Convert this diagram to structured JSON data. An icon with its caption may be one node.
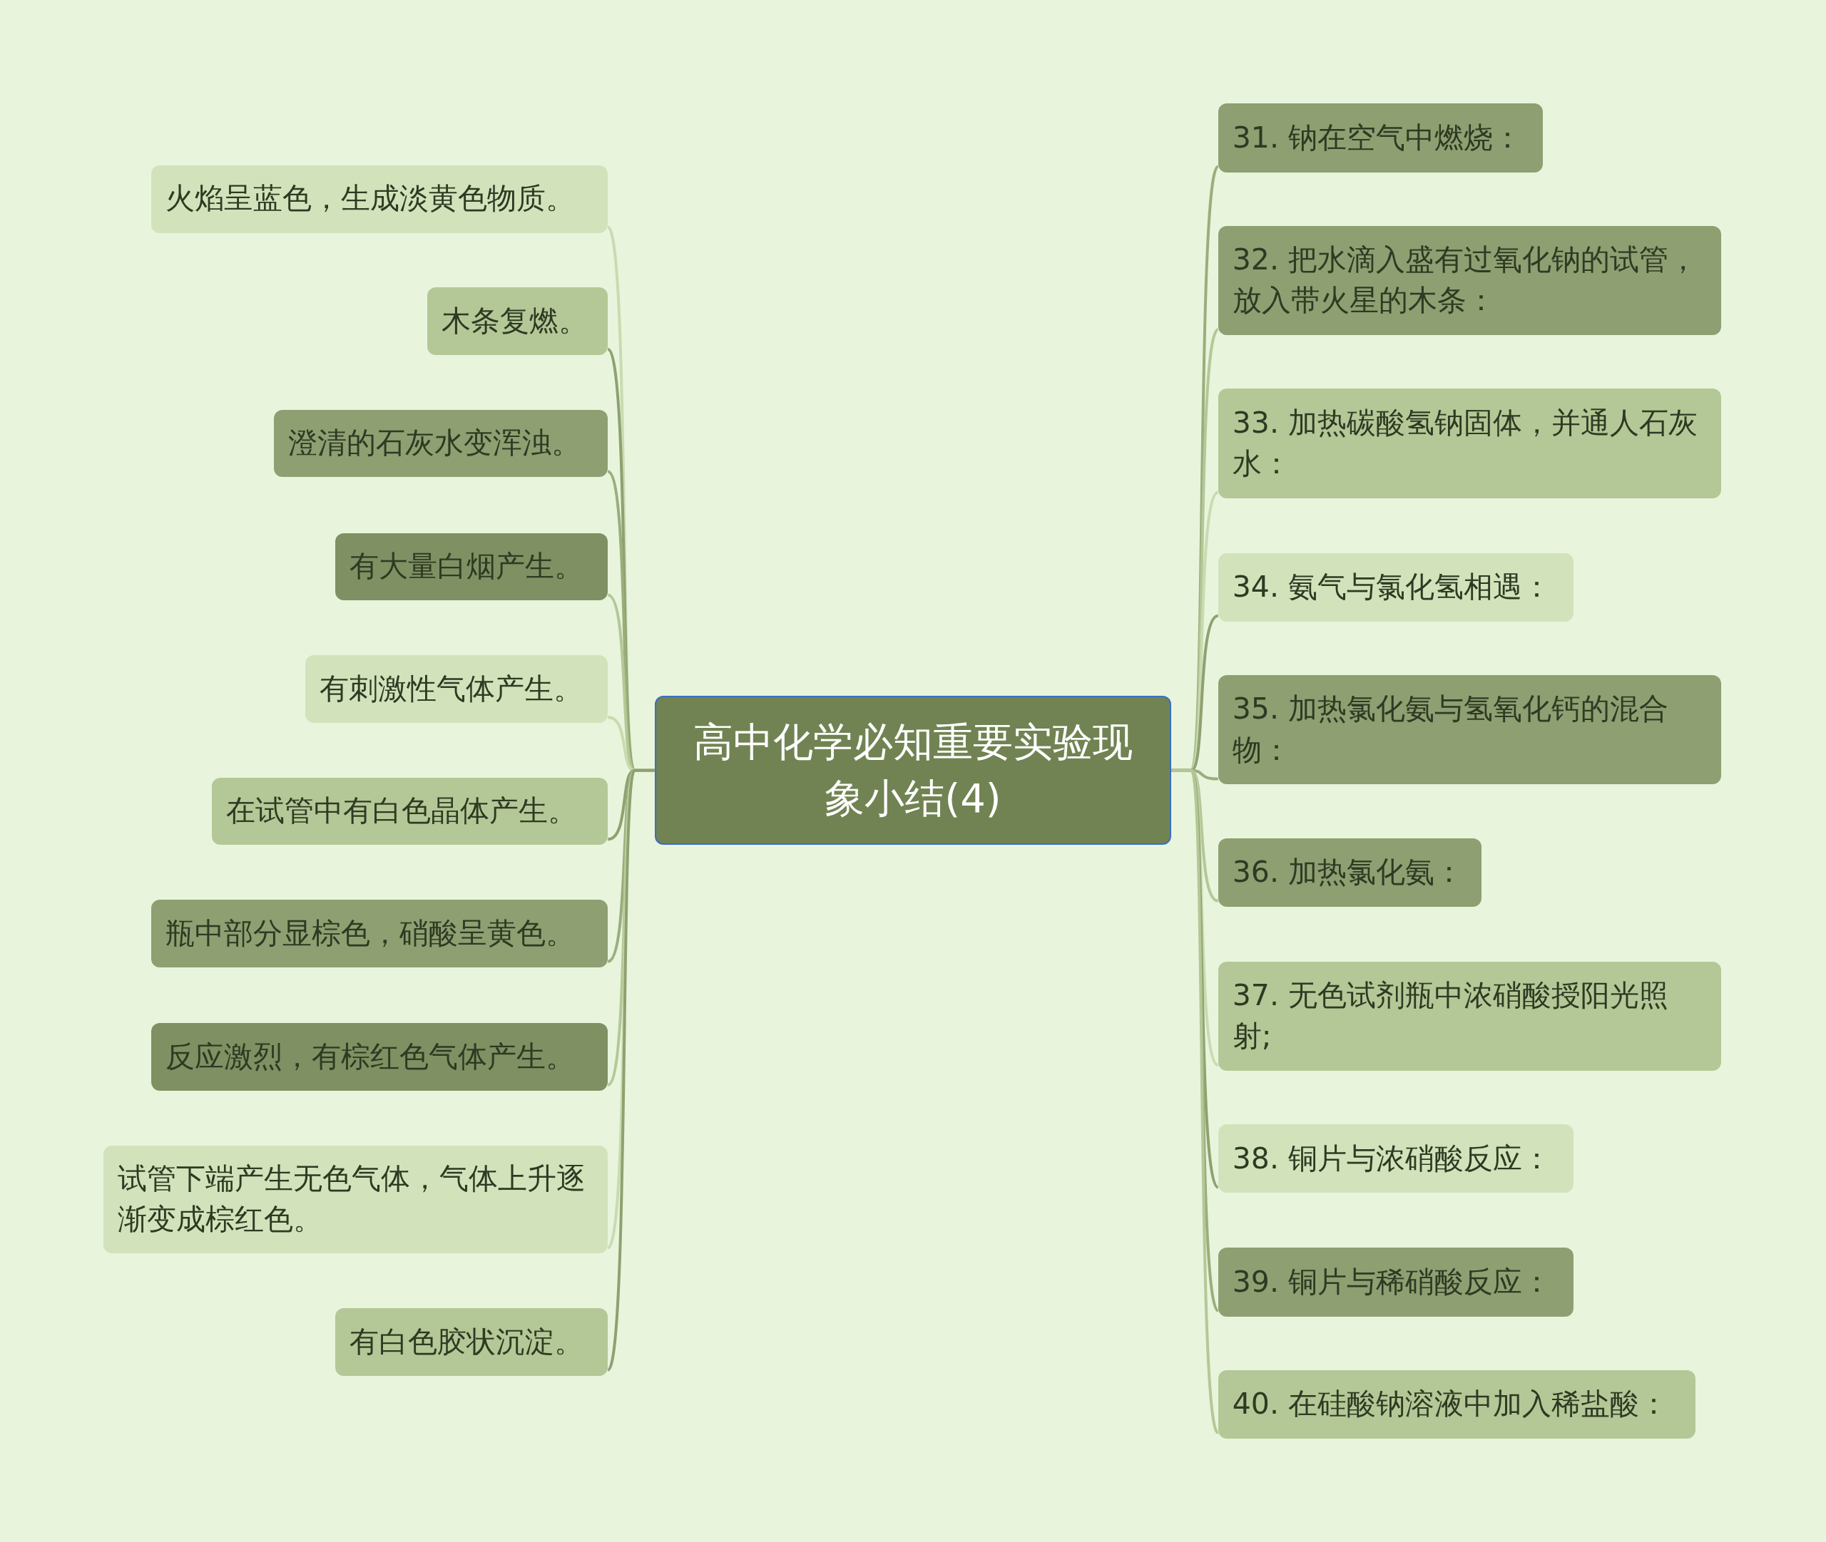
{
  "diagram": {
    "nodes": [
      {
        "text": [
          "高中化学必知重要实验现象小结(4)"
        ]
      },
      {
        "text": [
          "31. 钠在空气中燃烧："
        ]
      },
      {
        "text": [
          "32. 把水滴入盛有过氧化钠的试管，放入带火星的木条："
        ]
      },
      {
        "text": [
          "33. 加热碳酸氢钠固体，并通人石灰水："
        ]
      },
      {
        "text": [
          "34. 氨气与氯化氢相遇："
        ]
      },
      {
        "text": [
          "35. 加热氯化氨与氢氧化钙的混合物："
        ]
      },
      {
        "text": [
          "36. 加热氯化氨："
        ]
      },
      {
        "text": [
          "37. 无色试剂瓶中浓硝酸授阳光照射;"
        ]
      },
      {
        "text": [
          "38. 铜片与浓硝酸反应："
        ]
      },
      {
        "text": [
          "39. 铜片与稀硝酸反应："
        ]
      },
      {
        "text": [
          "40. 在硅酸钠溶液中加入稀盐酸："
        ]
      },
      {
        "text": [
          "火焰呈蓝色，生成淡黄色物质。"
        ]
      },
      {
        "text": [
          "木条复燃。"
        ]
      },
      {
        "text": [
          "澄清的石灰水变浑浊。"
        ]
      },
      {
        "text": [
          "有大量白烟产生。"
        ]
      },
      {
        "text": [
          "有刺激性气体产生。"
        ]
      },
      {
        "text": [
          "在试管中有白色晶体产生。"
        ]
      },
      {
        "text": [
          "瓶中部分显棕色，硝酸呈黄色。"
        ]
      },
      {
        "text": [
          "反应激烈，有棕红色气体产生。"
        ]
      },
      {
        "text": [
          "试管下端产生无色气体，气体上升逐渐变成棕红色。"
        ]
      },
      {
        "text": [
          "有白色胶状沉淀。"
        ]
      }
    ],
    "edges": [
      {
        "from": 0,
        "to": 1,
        "arrow": "none"
      },
      {
        "from": 0,
        "to": 2,
        "arrow": "none"
      },
      {
        "from": 0,
        "to": 3,
        "arrow": "none"
      },
      {
        "from": 0,
        "to": 4,
        "arrow": "none"
      },
      {
        "from": 0,
        "to": 5,
        "arrow": "none"
      },
      {
        "from": 0,
        "to": 6,
        "arrow": "none"
      },
      {
        "from": 0,
        "to": 7,
        "arrow": "none"
      },
      {
        "from": 0,
        "to": 8,
        "arrow": "none"
      },
      {
        "from": 0,
        "to": 9,
        "arrow": "none"
      },
      {
        "from": 0,
        "to": 10,
        "arrow": "none"
      },
      {
        "from": 0,
        "to": 11,
        "arrow": "none"
      },
      {
        "from": 0,
        "to": 12,
        "arrow": "none"
      },
      {
        "from": 0,
        "to": 13,
        "arrow": "none"
      },
      {
        "from": 0,
        "to": 14,
        "arrow": "none"
      },
      {
        "from": 0,
        "to": 15,
        "arrow": "none"
      },
      {
        "from": 0,
        "to": 16,
        "arrow": "none"
      },
      {
        "from": 0,
        "to": 17,
        "arrow": "none"
      },
      {
        "from": 0,
        "to": 18,
        "arrow": "none"
      },
      {
        "from": 0,
        "to": 19,
        "arrow": "none"
      },
      {
        "from": 0,
        "to": 20,
        "arrow": "none"
      }
    ]
  }
}
